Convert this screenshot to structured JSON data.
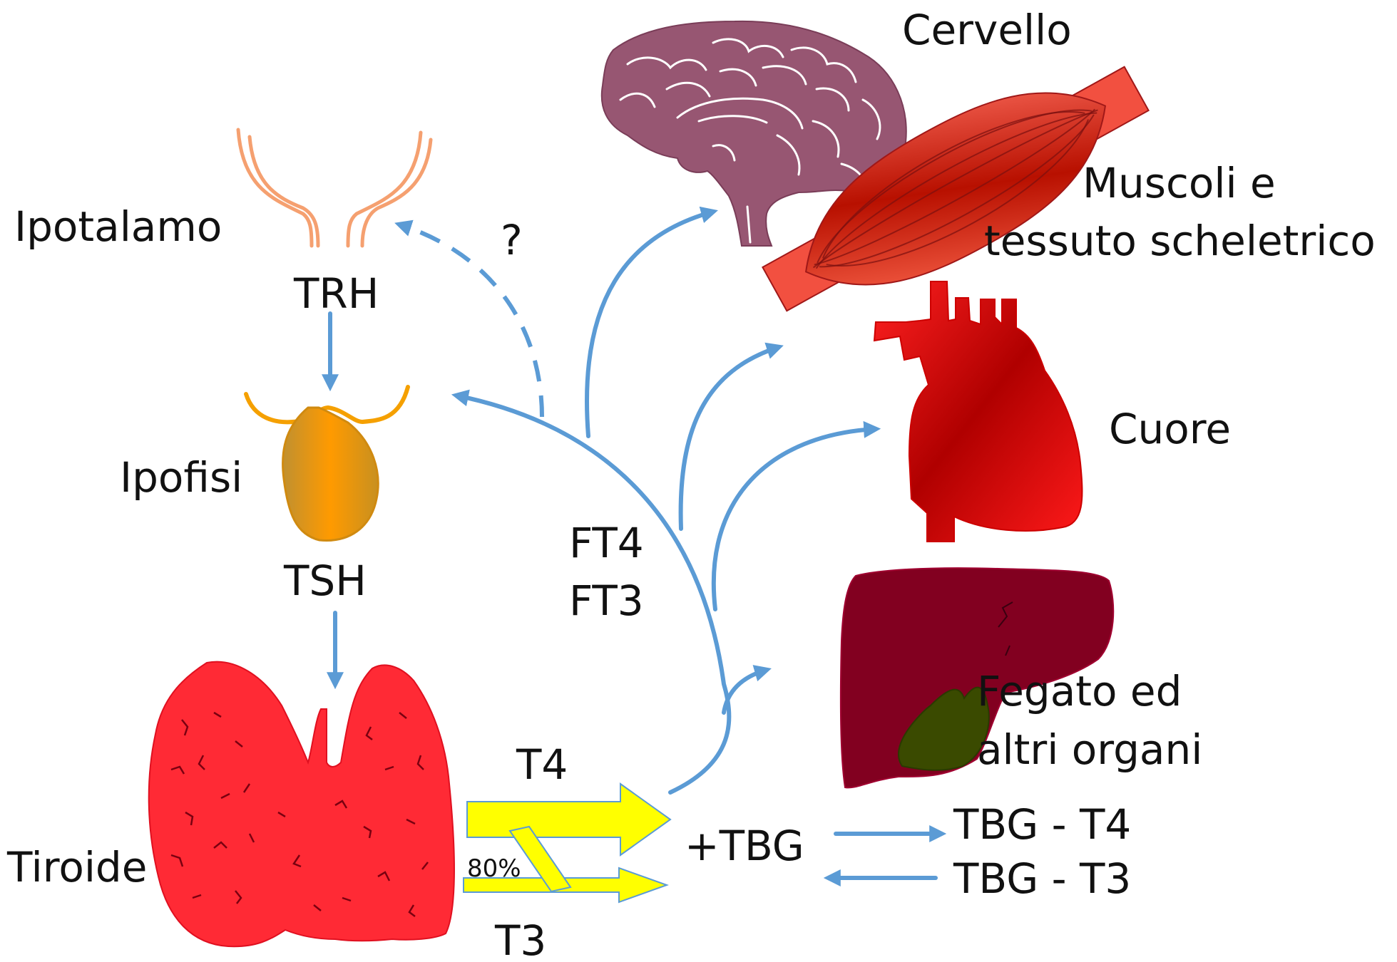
{
  "labels": {
    "ipotalamo": "Ipotalamo",
    "trh": "TRH",
    "question": "?",
    "ipofisi": "Ipofisi",
    "tsh": "TSH",
    "tiroide": "Tiroide",
    "t4": "T4",
    "t3": "T3",
    "percent": "80%",
    "tbg": "+TBG",
    "tbg_t4": "TBG - T4",
    "tbg_t3": "TBG - T3",
    "ft4": "FT4",
    "ft3": "FT3",
    "cervello": "Cervello",
    "muscoli_line1": "Muscoli e",
    "muscoli_line2": "tessuto scheletrico",
    "cuore": "Cuore",
    "fegato_line1": "Fegato ed",
    "fegato_line2": "altri organi"
  },
  "colors": {
    "arrow": "#5b9bd5",
    "thyroid": "#ff2a35",
    "pituitary": "#f59400",
    "hypothalamus": "#f5a070",
    "brain": "#975672",
    "muscle": "#e03020",
    "heart": "#dd1010",
    "liver": "#820020",
    "gallbladder": "#3a4a00",
    "hormone_arrow": "#ffff00"
  },
  "icons": [
    "hypothalamus-icon",
    "pituitary-icon",
    "thyroid-icon",
    "brain-icon",
    "muscle-icon",
    "heart-icon",
    "liver-icon"
  ]
}
